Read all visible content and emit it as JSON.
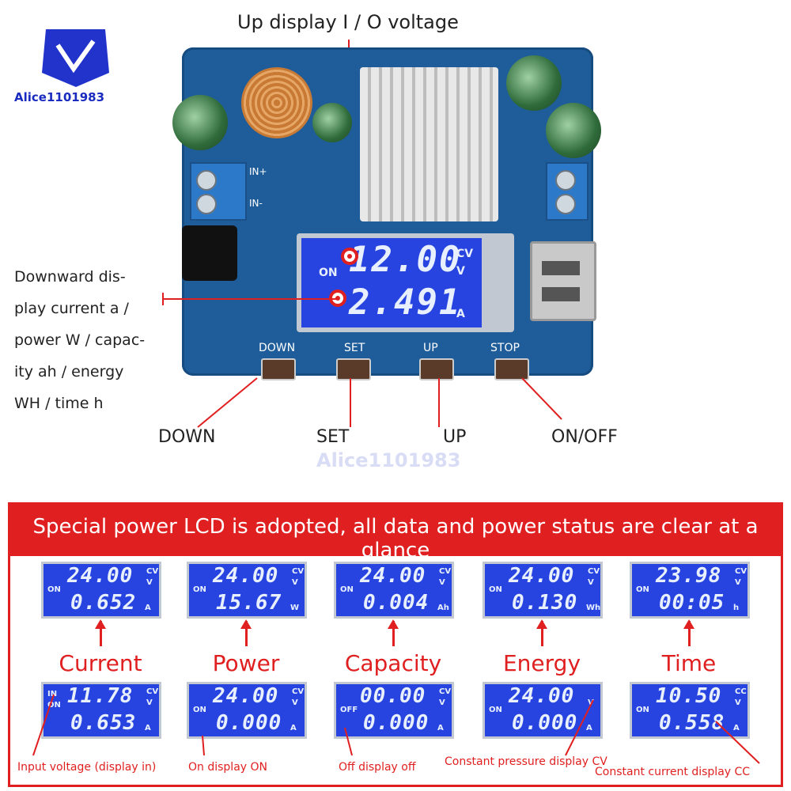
{
  "logo": {
    "text": "Alice1101983"
  },
  "watermark": {
    "text": "Alice1101983"
  },
  "top_label": "Up display I / O voltage",
  "left_label": [
    "Downward dis-",
    "play current a /",
    "power W / capac-",
    "ity ah / energy",
    "WH / time h"
  ],
  "main_lcd": {
    "state": "ON",
    "line1": "12.00",
    "unit1a": "CV",
    "unit1b": "V",
    "line2": "2.491",
    "unit2": "A"
  },
  "board_buttons": [
    "DOWN",
    "SET",
    "UP",
    "STOP"
  ],
  "board_terminals": {
    "in_plus": "IN+",
    "in_minus": "IN-"
  },
  "bottom_callouts": {
    "down": "DOWN",
    "set": "SET",
    "up": "UP",
    "onoff": "ON/OFF"
  },
  "banner": "Special power LCD is adopted, all data and power status are clear at a glance",
  "categories": [
    "Current",
    "Power",
    "Capacity",
    "Energy",
    "Time"
  ],
  "top_row": [
    {
      "state": "ON",
      "l1": "24.00",
      "u1a": "CV",
      "u1b": "V",
      "l2": "0.652",
      "u2": "A"
    },
    {
      "state": "ON",
      "l1": "24.00",
      "u1a": "CV",
      "u1b": "V",
      "l2": "15.67",
      "u2": "W"
    },
    {
      "state": "ON",
      "l1": "24.00",
      "u1a": "CV",
      "u1b": "V",
      "l2": "0.004",
      "u2": "Ah"
    },
    {
      "state": "ON",
      "l1": "24.00",
      "u1a": "CV",
      "u1b": "V",
      "l2": "0.130",
      "u2": "Wh"
    },
    {
      "state": "ON",
      "l1": "23.98",
      "u1a": "CV",
      "u1b": "V",
      "l2": "00:05",
      "u2": "h"
    }
  ],
  "bottom_row": [
    {
      "state": "IN\nON",
      "l1": "11.78",
      "u1a": "CV",
      "u1b": "V",
      "l2": "0.653",
      "u2": "A"
    },
    {
      "state": "ON",
      "l1": "24.00",
      "u1a": "CV",
      "u1b": "V",
      "l2": "0.000",
      "u2": "A"
    },
    {
      "state": "OFF",
      "l1": "00.00",
      "u1a": "CV",
      "u1b": "V",
      "l2": "0.000",
      "u2": "A"
    },
    {
      "state": "ON",
      "l1": "24.00",
      "u1a": "",
      "u1b": "V",
      "l2": "0.000",
      "u2": "A"
    },
    {
      "state": "ON",
      "l1": "10.50",
      "u1a": "CC",
      "u1b": "V",
      "l2": "0.558",
      "u2": "A"
    }
  ],
  "captions": [
    "Input voltage (display in)",
    "On display ON",
    "Off display off",
    "Constant pressure display CV",
    "Constant current display CC"
  ],
  "colors": {
    "accent": "#e02020",
    "lcd": "#2744e0",
    "board": "#1e5d9a"
  }
}
